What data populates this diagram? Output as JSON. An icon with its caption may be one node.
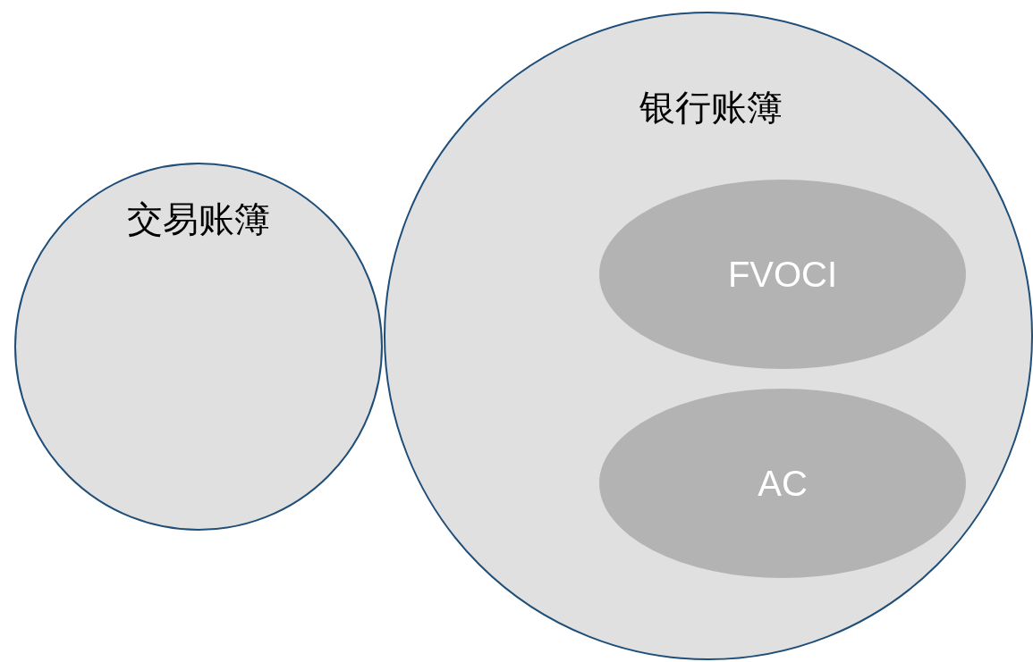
{
  "diagram": {
    "nodes": [
      {
        "text": [
          "交易账簿"
        ]
      },
      {
        "text": [
          "银行账簿"
        ]
      },
      {
        "text": [
          "FVOCI"
        ],
        "in": 1
      },
      {
        "text": [
          "AC"
        ],
        "in": 1
      }
    ]
  }
}
